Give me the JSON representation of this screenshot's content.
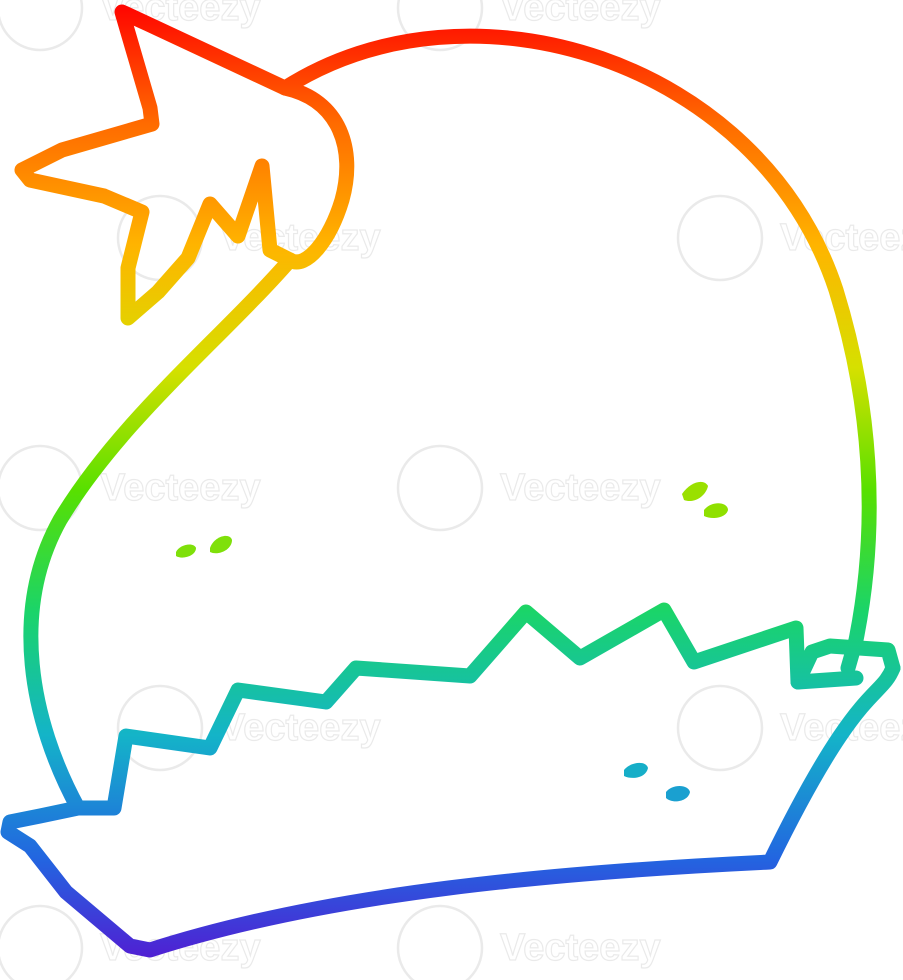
{
  "image": {
    "subject": "cartoon santa hat line drawing",
    "line_style": "rainbow-gradient",
    "gradient_colors": [
      "#ff0000",
      "#ff6a00",
      "#ffb400",
      "#d6e000",
      "#58e000",
      "#1ad46a",
      "#14b4c8",
      "#2266e0",
      "#5a10d0"
    ]
  },
  "watermark": {
    "text": "Vecteezy",
    "icon": "vecteezy-v-logo-icon"
  }
}
